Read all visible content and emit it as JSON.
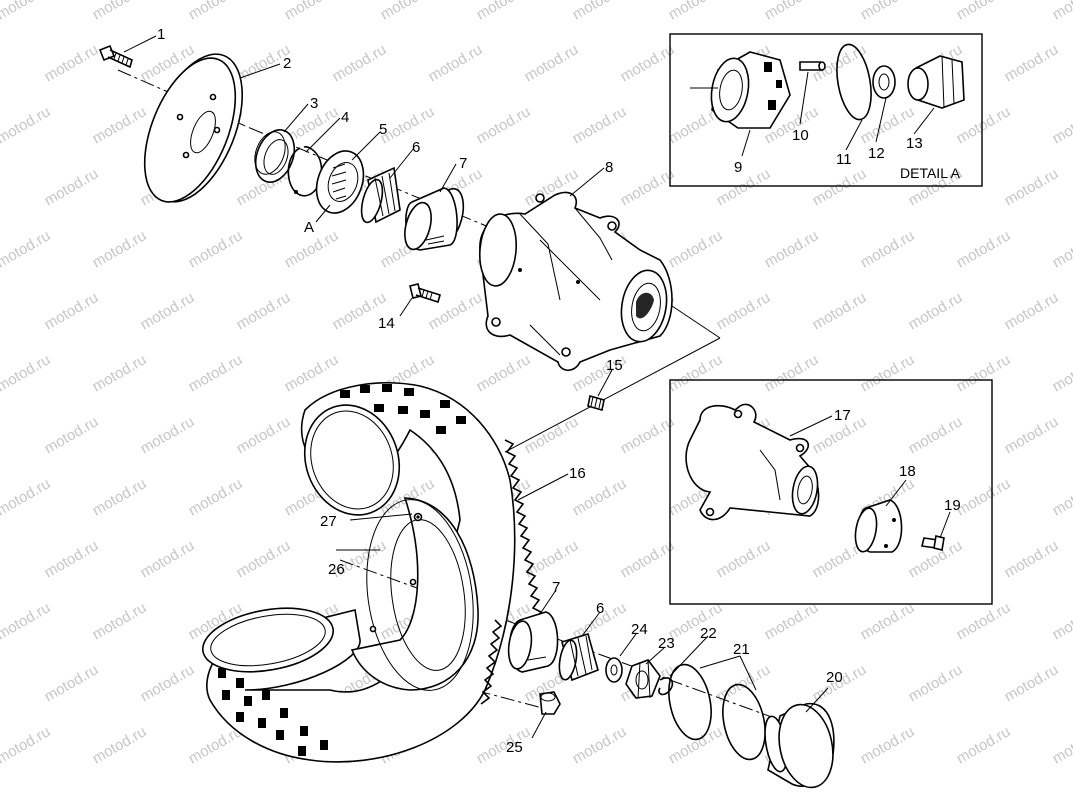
{
  "watermark": "motod.ru",
  "detail_label": "DETAIL A",
  "callout_a": "A",
  "parts": [
    {
      "id": "1",
      "label": "1"
    },
    {
      "id": "2",
      "label": "2"
    },
    {
      "id": "3",
      "label": "3"
    },
    {
      "id": "4",
      "label": "4"
    },
    {
      "id": "5",
      "label": "5"
    },
    {
      "id": "6",
      "label": "6"
    },
    {
      "id": "7",
      "label": "7"
    },
    {
      "id": "8",
      "label": "8"
    },
    {
      "id": "9",
      "label": "9"
    },
    {
      "id": "10",
      "label": "10"
    },
    {
      "id": "11",
      "label": "11"
    },
    {
      "id": "12",
      "label": "12"
    },
    {
      "id": "13",
      "label": "13"
    },
    {
      "id": "14",
      "label": "14"
    },
    {
      "id": "15",
      "label": "15"
    },
    {
      "id": "16",
      "label": "16"
    },
    {
      "id": "17",
      "label": "17"
    },
    {
      "id": "18",
      "label": "18"
    },
    {
      "id": "19",
      "label": "19"
    },
    {
      "id": "20",
      "label": "20"
    },
    {
      "id": "21",
      "label": "21"
    },
    {
      "id": "22",
      "label": "22"
    },
    {
      "id": "23",
      "label": "23"
    },
    {
      "id": "24",
      "label": "24"
    },
    {
      "id": "25",
      "label": "25"
    },
    {
      "id": "26",
      "label": "26"
    },
    {
      "id": "27",
      "label": "27"
    },
    {
      "id": "6b",
      "label": "6"
    },
    {
      "id": "7b",
      "label": "7"
    }
  ]
}
